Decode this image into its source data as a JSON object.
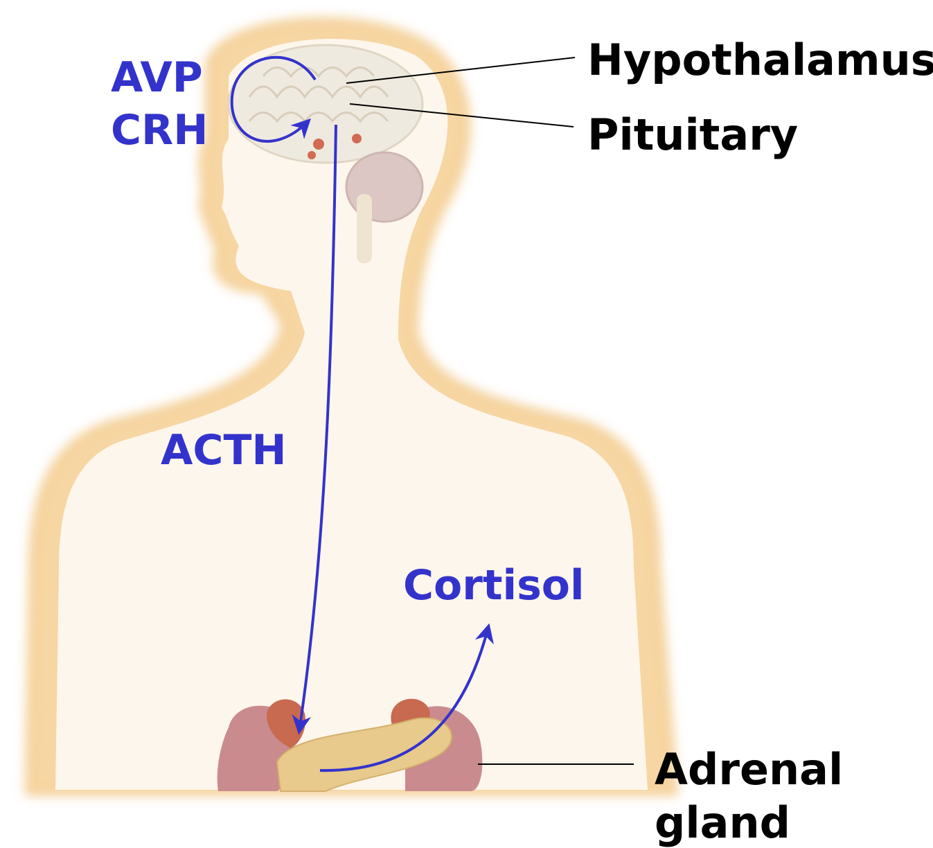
{
  "labels": {
    "hypothalamus": "Hypothalamus",
    "pituitary": "Pituitary",
    "adrenal_line1": "Adrenal",
    "adrenal_line2": "gland"
  },
  "hormones": {
    "avp": "AVP",
    "crh": "CRH",
    "acth": "ACTH",
    "cortisol": "Cortisol"
  },
  "colors": {
    "hormone_text": "#3333cc",
    "arrow": "#3333cc",
    "anatomy_label": "#000000",
    "body_outline": "#f3cc8c",
    "body_fill": "#fdf6ec",
    "brain": "#efeadf",
    "cerebellum": "#dcc7c4",
    "kidney": "#c98b8e",
    "adrenal_tissue": "#c86a4f",
    "pancreas": "#e7ca8c"
  }
}
